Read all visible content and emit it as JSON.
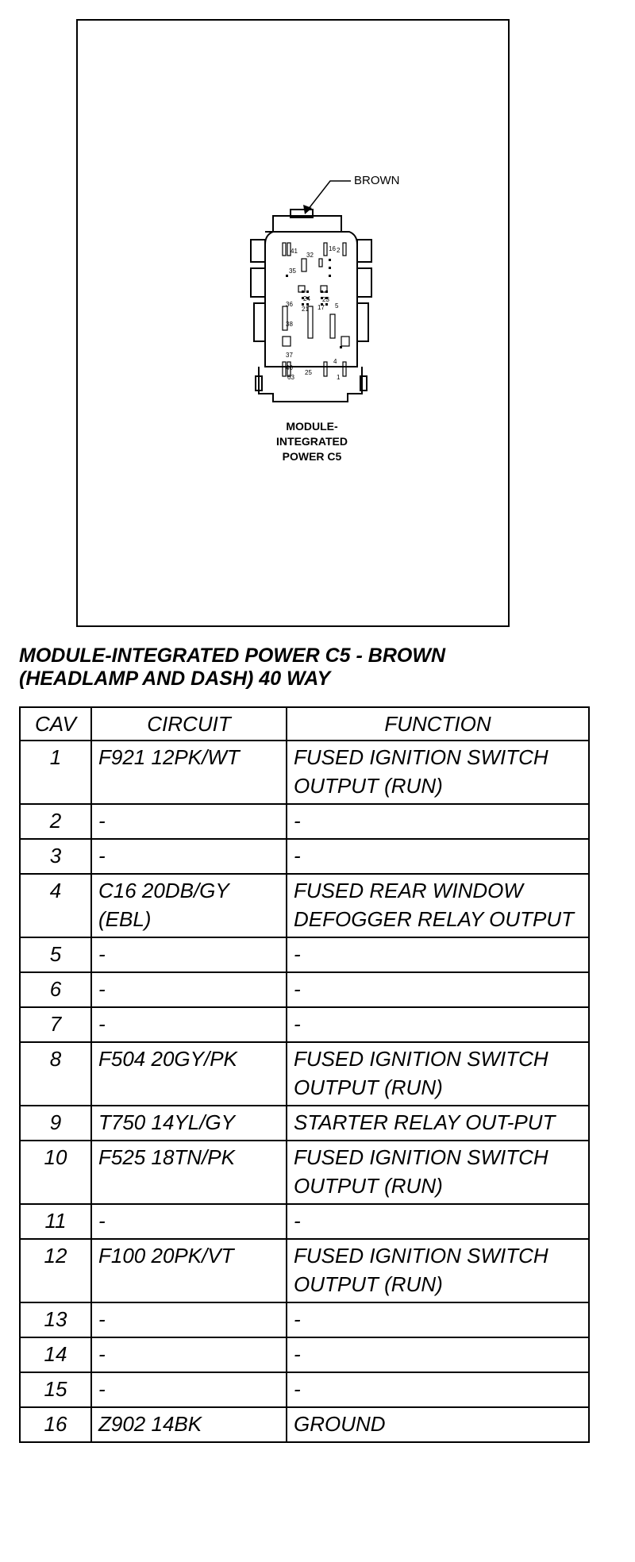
{
  "figure": {
    "callout": "BROWN",
    "caption_lines": [
      "MODULE-",
      "INTEGRATED",
      "POWER C5"
    ],
    "pin_labels": [
      "41",
      "32",
      "16",
      "2",
      "35",
      "36",
      "24",
      "23",
      "21",
      "17",
      "5",
      "38",
      "37",
      "4",
      "40",
      "25",
      "63",
      "1"
    ]
  },
  "section": {
    "title_line1": "MODULE-INTEGRATED POWER C5 - BROWN",
    "title_line2": "(HEADLAMP AND DASH) 40 WAY"
  },
  "table": {
    "headers": [
      "CAV",
      "CIRCUIT",
      "FUNCTION"
    ],
    "rows": [
      {
        "cav": "1",
        "circuit": "F921 12PK/WT",
        "function": "FUSED IGNITION SWITCH OUTPUT (RUN)"
      },
      {
        "cav": "2",
        "circuit": "-",
        "function": "-"
      },
      {
        "cav": "3",
        "circuit": "-",
        "function": "-"
      },
      {
        "cav": "4",
        "circuit": "C16 20DB/GY (EBL)",
        "function": "FUSED REAR WINDOW DEFOGGER RELAY OUTPUT"
      },
      {
        "cav": "5",
        "circuit": "-",
        "function": "-"
      },
      {
        "cav": "6",
        "circuit": "-",
        "function": "-"
      },
      {
        "cav": "7",
        "circuit": "-",
        "function": "-"
      },
      {
        "cav": "8",
        "circuit": "F504 20GY/PK",
        "function": "FUSED IGNITION SWITCH OUTPUT (RUN)"
      },
      {
        "cav": "9",
        "circuit": "T750 14YL/GY",
        "function": "STARTER RELAY OUT-PUT"
      },
      {
        "cav": "10",
        "circuit": "F525 18TN/PK",
        "function": "FUSED IGNITION SWITCH OUTPUT (RUN)"
      },
      {
        "cav": "11",
        "circuit": "-",
        "function": "-"
      },
      {
        "cav": "12",
        "circuit": "F100 20PK/VT",
        "function": "FUSED IGNITION SWITCH OUTPUT (RUN)"
      },
      {
        "cav": "13",
        "circuit": "-",
        "function": "-"
      },
      {
        "cav": "14",
        "circuit": "-",
        "function": "-"
      },
      {
        "cav": "15",
        "circuit": "-",
        "function": "-"
      },
      {
        "cav": "16",
        "circuit": "Z902 14BK",
        "function": "GROUND"
      }
    ]
  }
}
